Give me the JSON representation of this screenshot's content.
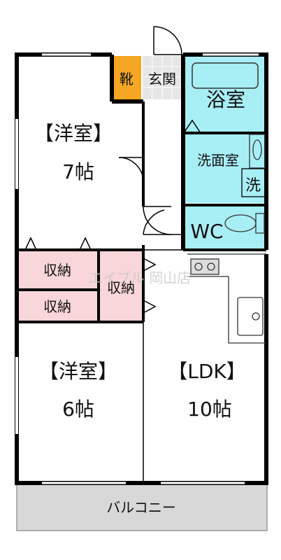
{
  "rooms": {
    "western_room_1": {
      "name": "【洋室】",
      "size": "7帖"
    },
    "western_room_2": {
      "name": "【洋室】",
      "size": "6帖"
    },
    "ldk": {
      "name": "【LDK】",
      "size": "10帖"
    },
    "bathroom": {
      "name": "浴室"
    },
    "washroom": {
      "name": "洗面室"
    },
    "washer": {
      "name": "洗"
    },
    "toilet": {
      "name": "WC"
    },
    "entrance": {
      "name": "玄関"
    },
    "shoe_box": {
      "name": "靴"
    },
    "storage_1": {
      "name": "収納"
    },
    "storage_2": {
      "name": "収納"
    },
    "storage_3": {
      "name": "収納"
    },
    "balcony": {
      "name": "バルコニー"
    }
  },
  "watermark": "エイブル 岡山店",
  "colors": {
    "wall": "#000000",
    "wet_area": "#a8eef5",
    "storage": "#f8d6da",
    "shoe_box": "#f5a623",
    "entrance_tile": "#e6e6e6",
    "balcony": "#d8d8d8"
  }
}
